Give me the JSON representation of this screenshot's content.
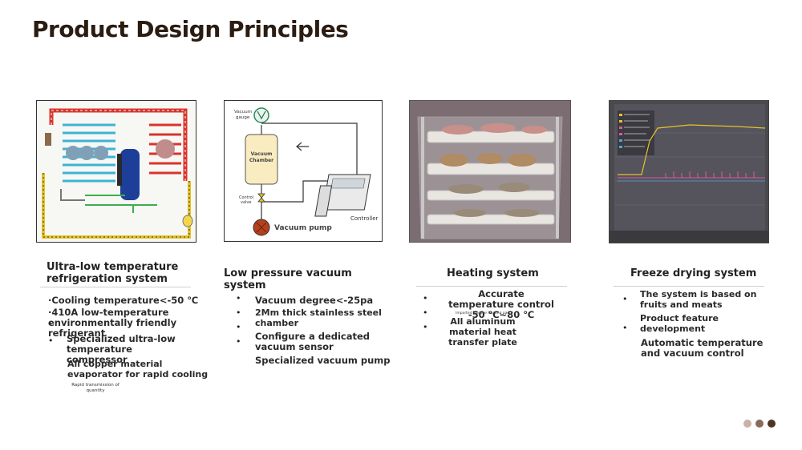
{
  "title": "Product Design Principles",
  "diagram2": {
    "vacuum_gauge_line1": "Vacuum",
    "vacuum_gauge_line2": "gauge",
    "chamber_line1": "Vacuum",
    "chamber_line2": "Chamber",
    "control_valve_line1": "Control",
    "control_valve_line2": "valve",
    "controller": "Controller",
    "vacuum_pump": "Vacuum pump"
  },
  "sections": [
    {
      "heading": "Ultra-low temperature refrigeration system",
      "items": [
        "·Cooling temperature<-50 ℃",
        "·410A low-temperature environmentally friendly refrigerant",
        "Specialized ultra-low temperature compressor",
        "All copper material evaporator for rapid cooling"
      ],
      "note": "Rapid transmission of quantity"
    },
    {
      "heading": "Low pressure vacuum system",
      "items": [
        "Vacuum degree<-25pa",
        "2Mm thick stainless steel chamber",
        "Configure a dedicated vacuum sensor",
        "Specialized vacuum pump"
      ]
    },
    {
      "heading": "Heating system",
      "items": [
        "Accurate temperature control -50 ℃~80 ℃",
        "All aluminum material heat transfer plate"
      ],
      "note": "Imported silicone heating pad"
    },
    {
      "heading": "Freeze drying system",
      "items": [
        "The system is based on fruits and meats",
        "Product feature development",
        "Automatic temperature and vacuum control"
      ]
    }
  ],
  "colors": {
    "title": "#2b1c12",
    "dot1": "#c9b3a6",
    "dot2": "#8a6a58",
    "dot3": "#4e3424"
  }
}
